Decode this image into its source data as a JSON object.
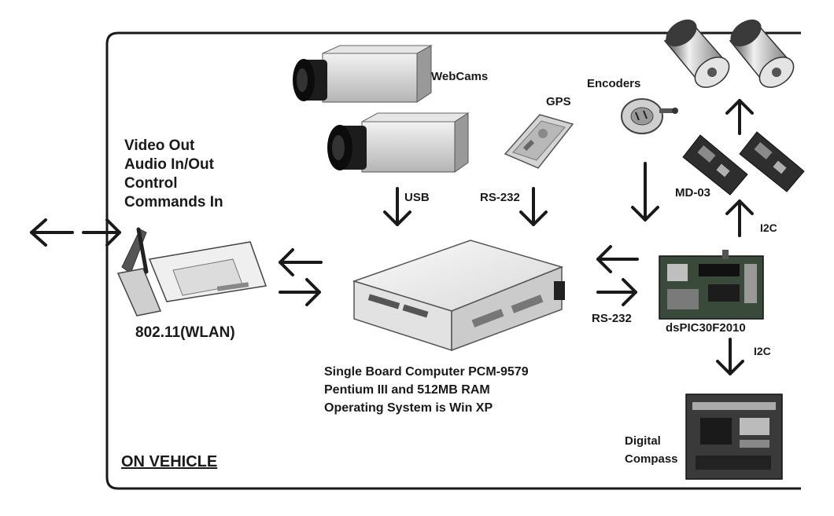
{
  "labels": {
    "webcams": "WebCams",
    "gps": "GPS",
    "encoders": "Encoders",
    "md03": "MD-03",
    "i2c_top": "I2C",
    "i2c_bottom": "I2C",
    "usb": "USB",
    "rs232_top": "RS-232",
    "rs232_right": "RS-232",
    "dspic": "dsPIC30F2010",
    "wlan": "802.11(WLAN)",
    "compass": [
      "Digital",
      "Compass"
    ],
    "wlan_info": [
      "Video Out",
      "Audio In/Out",
      "Control",
      "Commands In"
    ],
    "sbc_info": [
      "Single Board Computer PCM-9579",
      "Pentium III and 512MB RAM",
      "Operating System is Win XP"
    ],
    "on_vehicle": "ON VEHICLE"
  },
  "colors": {
    "line": "#1a1a1a",
    "device_light": "#e8e8e8",
    "device_dark": "#2a2a2a",
    "pcb_green": "#3a4a3a"
  }
}
